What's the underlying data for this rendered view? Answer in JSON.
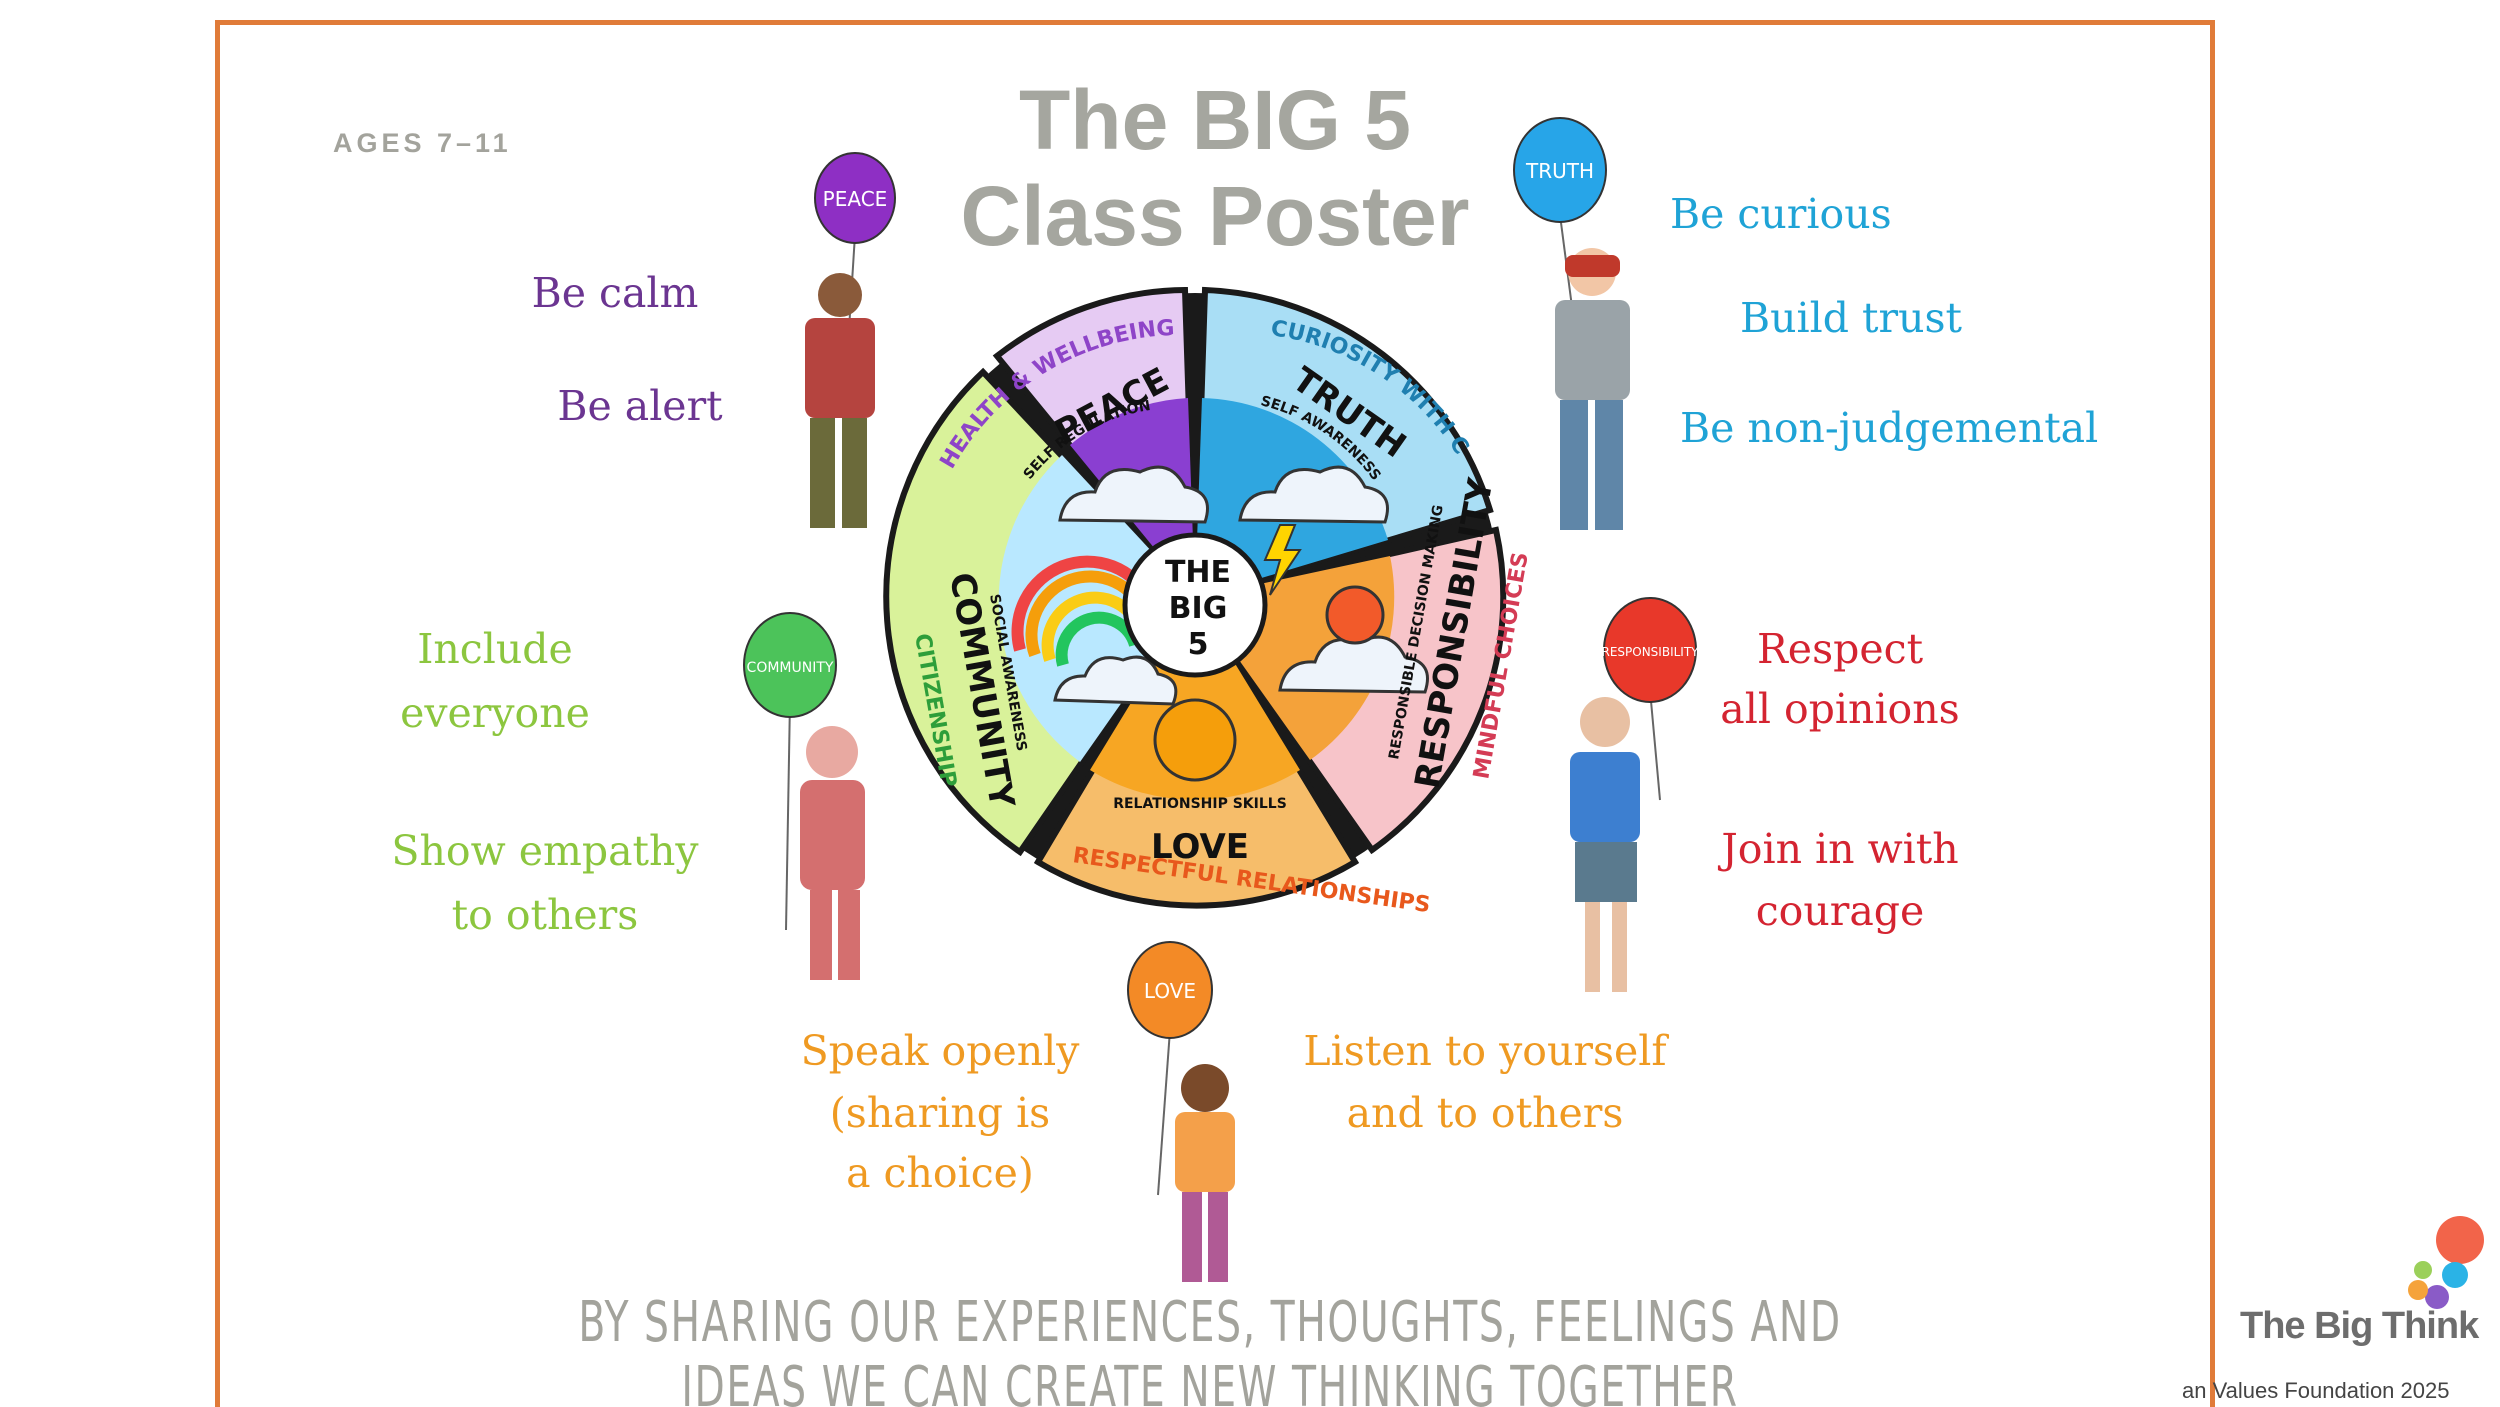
{
  "poster": {
    "ages": "AGES 7–11",
    "title_line1": "The BIG 5",
    "title_line2": "Class Poster",
    "tagline": "BY SHARING OUR EXPERIENCES, THOUGHTS, FEELINGS AND IDEAS WE CAN CREATE NEW THINKING TOGETHER",
    "brand": "The Big Think",
    "foundation": "an Values Foundation 2025"
  },
  "balloons": {
    "peace": "PEACE",
    "truth": "TRUTH",
    "community": "COMMUNITY",
    "responsibility": "RESPONSIBILITY",
    "love": "LOVE"
  },
  "wheel": {
    "center_line1": "THE",
    "center_line2": "BIG",
    "center_line3": "5",
    "peace": {
      "name": "PEACE",
      "outer": "HEALTH & WELLBEING",
      "inner": "SELF REGULATION",
      "color": "#e6cbf3"
    },
    "truth": {
      "name": "TRUTH",
      "outer": "CURIOSITY WITH CARE",
      "inner": "SELF AWARENESS",
      "color": "#a9def5"
    },
    "responsibility": {
      "name": "RESPONSIBILITY",
      "outer": "MINDFUL CHOICES",
      "inner": "RESPONSIBLE DECISION MAKING",
      "color": "#f7c4c9"
    },
    "love": {
      "name": "LOVE",
      "outer": "RESPECTFUL RELATIONSHIPS",
      "inner": "RELATIONSHIP SKILLS",
      "color": "#f6bd6a"
    },
    "community": {
      "name": "COMMUNITY",
      "outer": "CITIZENSHIP",
      "inner": "SOCIAL AWARENESS",
      "color": "#d9f29a"
    }
  },
  "phrases": {
    "peace": [
      "Be calm",
      "Be alert"
    ],
    "truth": [
      "Be curious",
      "Build trust",
      "Be non-judgemental"
    ],
    "community": [
      "Include",
      "everyone",
      "Show empathy",
      "to others"
    ],
    "responsibility": [
      "Respect",
      "all opinions",
      "Join in with",
      "courage"
    ],
    "love_left": [
      "Speak openly",
      "(sharing is",
      "a choice)"
    ],
    "love_right": [
      "Listen to yourself",
      "and to others"
    ]
  },
  "colors": {
    "border": "#e07b39",
    "title": "#a5a69f",
    "peace": "#6b3591",
    "truth": "#1fa3d6",
    "community": "#8cc63f",
    "responsibility": "#d42431",
    "love": "#ef9a22"
  }
}
